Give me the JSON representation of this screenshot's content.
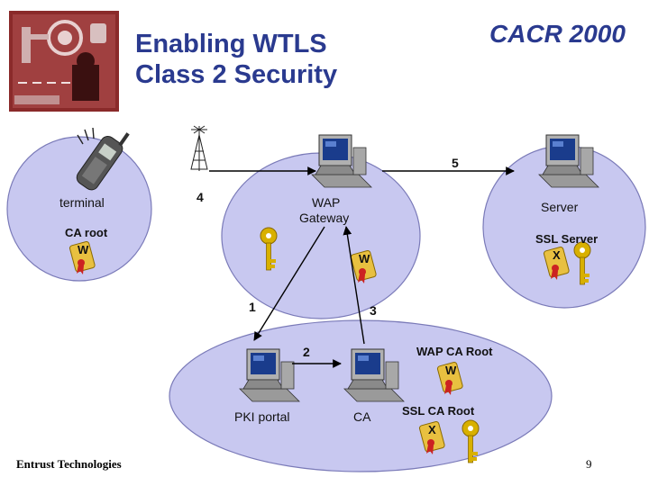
{
  "title": {
    "line1": "Enabling WTLS",
    "line2": "Class 2 Security"
  },
  "conference": "CACR 2000",
  "nodes": {
    "terminal": "terminal",
    "ca_root": "CA root",
    "wap_gateway_line1": "WAP",
    "wap_gateway_line2": "Gateway",
    "server": "Server",
    "ssl_server": "SSL Server",
    "pki_portal": "PKI portal",
    "ca": "CA",
    "wap_ca_root": "WAP CA Root",
    "ssl_ca_root": "SSL CA Root"
  },
  "steps": {
    "s1": "1",
    "s2": "2",
    "s3": "3",
    "s4": "4",
    "s5": "5"
  },
  "certificates": {
    "w": "W",
    "x": "X"
  },
  "footer": {
    "company": "Entrust Technologies",
    "page": "9"
  },
  "colors": {
    "title": "#2a3a8f",
    "bubble_fill": "#c8c8f0",
    "bubble_stroke": "#7a7ab8",
    "key": "#d8b000",
    "cert": "#e8c040",
    "monitor_screen": "#1a3c8c"
  }
}
